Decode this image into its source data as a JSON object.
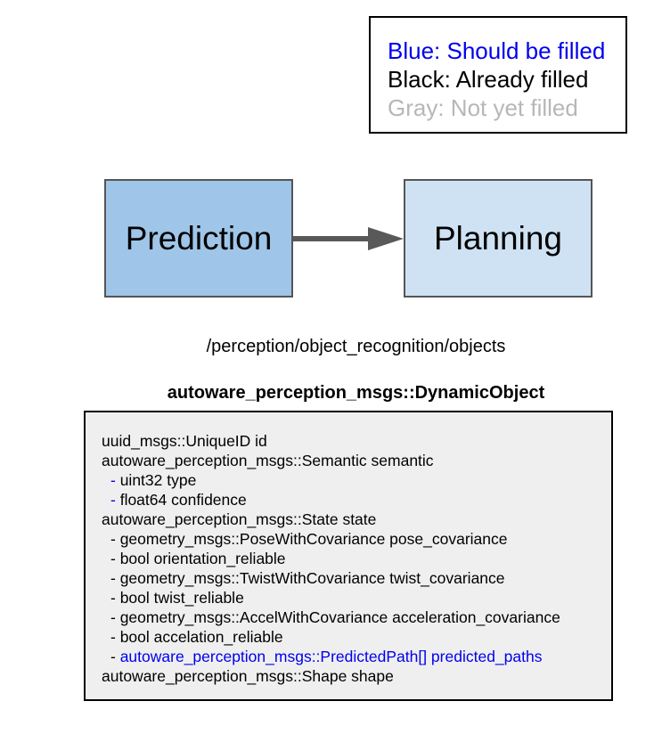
{
  "legend": {
    "blue_label": "Blue: Should be filled",
    "black_label": "Black: Already filled",
    "gray_label": "Gray: Not yet filled"
  },
  "colors": {
    "blue_text": "#0000ee",
    "black_text": "#000000",
    "gray_text": "#b7b7b7",
    "prediction_fill": "#9fc5e8",
    "planning_fill": "#cfe2f3",
    "arrow": "#595959",
    "message_box_fill": "#efefef"
  },
  "diagram": {
    "source_node": "Prediction",
    "target_node": "Planning",
    "topic": "/perception/object_recognition/objects",
    "message_type": "autoware_perception_msgs::DynamicObject"
  },
  "fields": [
    {
      "text": "uuid_msgs::UniqueID id",
      "indent": false,
      "status": "black"
    },
    {
      "text": "autoware_perception_msgs::Semantic semantic",
      "indent": false,
      "status": "black"
    },
    {
      "dash": "- ",
      "text": "uint32 type",
      "indent": true,
      "dash_status": "blue",
      "status": "black"
    },
    {
      "dash": "- ",
      "text": "float64 confidence",
      "indent": true,
      "dash_status": "blue",
      "status": "black"
    },
    {
      "text": "autoware_perception_msgs::State state",
      "indent": false,
      "status": "black"
    },
    {
      "dash": "- ",
      "text": "geometry_msgs::PoseWithCovariance pose_covariance",
      "indent": true,
      "dash_status": "black",
      "status": "black"
    },
    {
      "dash": "- ",
      "text": "bool orientation_reliable",
      "indent": true,
      "dash_status": "black",
      "status": "black"
    },
    {
      "dash": "- ",
      "text": "geometry_msgs::TwistWithCovariance twist_covariance",
      "indent": true,
      "dash_status": "black",
      "status": "black"
    },
    {
      "dash": "- ",
      "text": "bool twist_reliable",
      "indent": true,
      "dash_status": "black",
      "status": "black"
    },
    {
      "dash": "- ",
      "text": "geometry_msgs::AccelWithCovariance acceleration_covariance",
      "indent": true,
      "dash_status": "black",
      "status": "black"
    },
    {
      "dash": "- ",
      "text": "bool accelation_reliable",
      "indent": true,
      "dash_status": "black",
      "status": "black"
    },
    {
      "dash": "- ",
      "text": "autoware_perception_msgs::PredictedPath[] predicted_paths",
      "indent": true,
      "dash_status": "black",
      "status": "blue"
    },
    {
      "text": "autoware_perception_msgs::Shape shape",
      "indent": false,
      "status": "black"
    }
  ]
}
